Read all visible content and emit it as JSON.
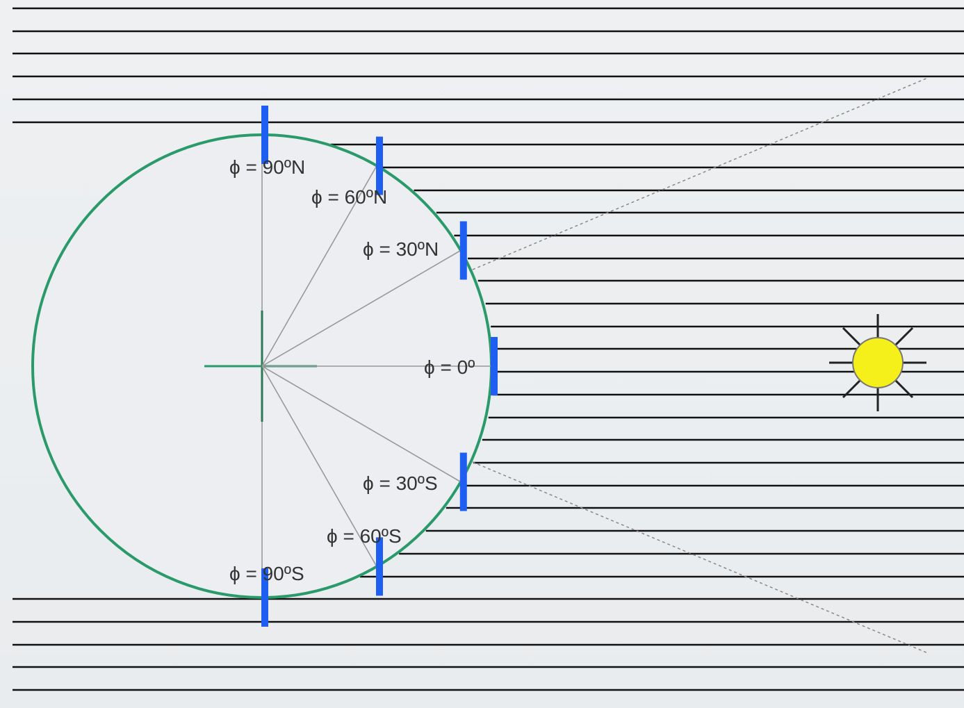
{
  "diagram": {
    "planet_color": "#2a9a6a",
    "ray_color": "#111111",
    "marker_color": "#1e5ef0",
    "sun_color": "#f5ef1a",
    "sun_icon": "sun-icon",
    "latitudes": [
      {
        "id": "90n",
        "deg": 90,
        "label": "ϕ = 90ºN"
      },
      {
        "id": "60n",
        "deg": 60,
        "label": "ϕ = 60ºN"
      },
      {
        "id": "30n",
        "deg": 30,
        "label": "ϕ = 30ºN"
      },
      {
        "id": "0",
        "deg": 0,
        "label": "ϕ = 0º"
      },
      {
        "id": "30s",
        "deg": -30,
        "label": "ϕ = 30ºS"
      },
      {
        "id": "60s",
        "deg": -60,
        "label": "ϕ = 60ºS"
      },
      {
        "id": "90s",
        "deg": -90,
        "label": "ϕ = 90ºS"
      }
    ]
  }
}
